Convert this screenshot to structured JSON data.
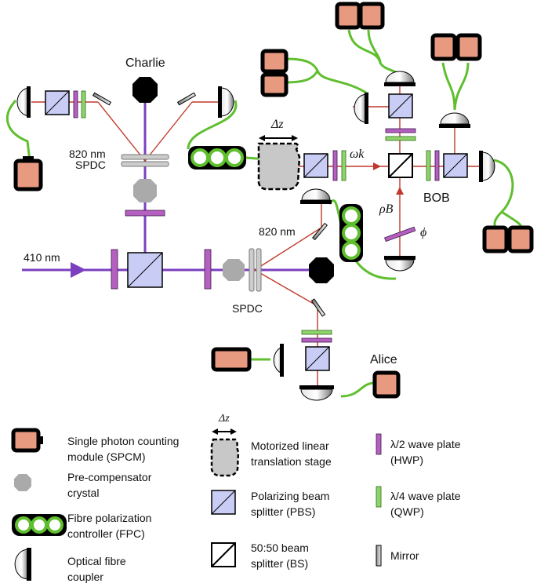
{
  "labels": {
    "charlie": "Charlie",
    "bob": "BOB",
    "alice": "Alice",
    "wavelength_pump": "410 nm",
    "wavelength_top": "820 nm",
    "wavelength_mid": "820 nm",
    "spdc_top": "SPDC",
    "spdc_bottom": "SPDC",
    "delta_z": "Δz",
    "omega_k": "ωk",
    "rho_b": "ρB",
    "phi": "ϕ"
  },
  "legend": {
    "spcm": [
      "Single photon counting",
      "module (SPCM)"
    ],
    "precomp": [
      "Pre-compensator",
      "crystal"
    ],
    "fpc": [
      "Fibre polarization",
      "controller (FPC)"
    ],
    "coupler": [
      "Optical fibre",
      "coupler"
    ],
    "delta_z": "Δz",
    "stage": [
      "Motorized linear",
      "translation stage"
    ],
    "pbs": [
      "Polarizing beam",
      "splitter (PBS)"
    ],
    "bs": [
      "50:50 beam",
      "splitter (BS)"
    ],
    "hwp": [
      "λ/2 wave plate",
      "(HWP)"
    ],
    "qwp": [
      "λ/4 wave plate",
      "(QWP)"
    ],
    "mirror": "Mirror"
  },
  "colors": {
    "pump": "#7b3fc0",
    "beam": "#c0392b",
    "fibre": "#5fbf2f",
    "spcm": "#e89a80",
    "hwp": "#b55fc0",
    "qwp": "#8fd46a",
    "pbs": "#c9cdf5"
  }
}
